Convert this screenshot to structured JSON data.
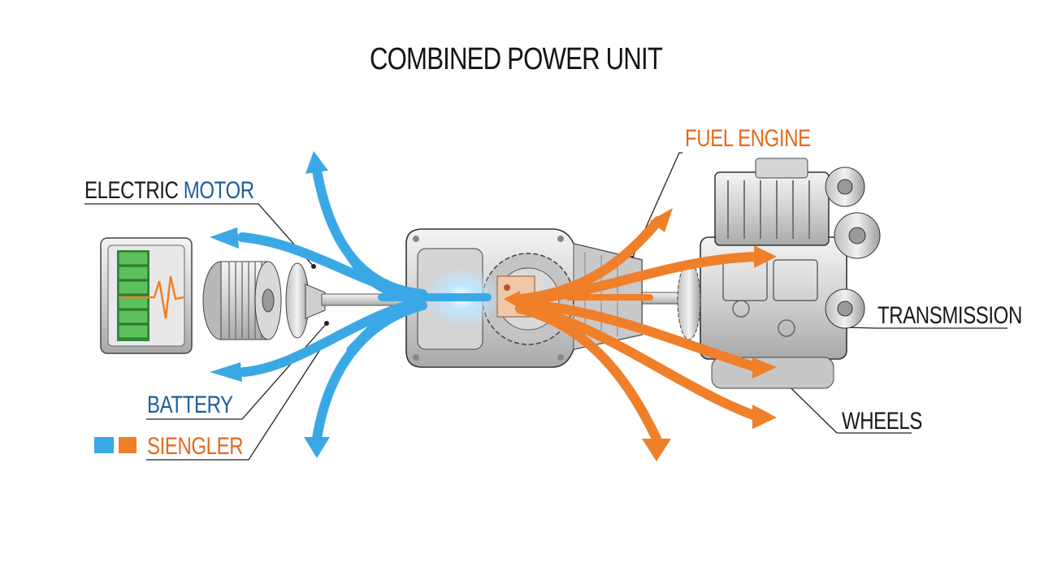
{
  "title": "COMBINED POWER UNIT",
  "labels": {
    "electric_prefix": "ELECTRIC",
    "electric_motor_word": "MOTOR",
    "fuel_engine": "FUEL ENGINE",
    "transmission": "TRANSMISSION",
    "battery": "BATTERY",
    "siengler": "SIENGLER",
    "wheels": "WHEELS"
  },
  "colors": {
    "electric_flow": "#3ba8e6",
    "fuel_flow": "#f07f2a",
    "battery_cells": "#4cae4c",
    "label_blue": "#1c5f9c",
    "label_orange": "#e26a1e"
  },
  "legend": {
    "swatches": [
      "electric-flow",
      "fuel-flow"
    ],
    "label": "SIENGLER"
  }
}
